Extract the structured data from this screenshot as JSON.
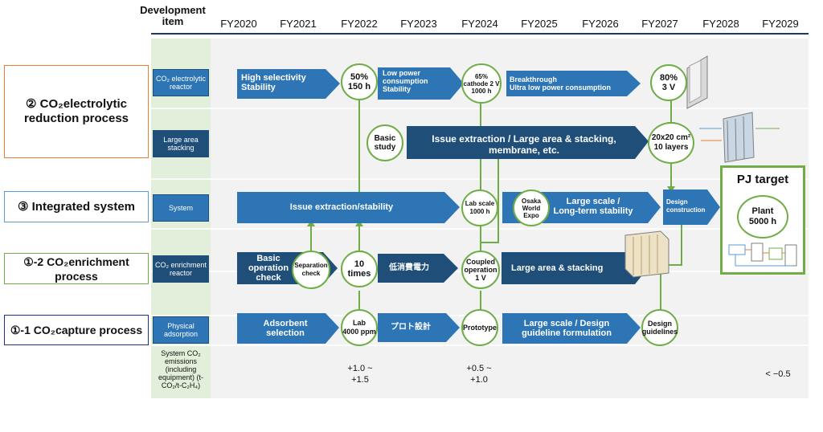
{
  "header": {
    "item_label": "Development item",
    "years": [
      "FY2020",
      "FY2021",
      "FY2022",
      "FY2023",
      "FY2024",
      "FY2025",
      "FY2026",
      "FY2027",
      "FY2028",
      "FY2029"
    ]
  },
  "processes": {
    "electrolytic": "② CO₂electrolytic reduction process",
    "integrated": "③ Integrated system",
    "enrichment": "①-2 CO₂enrichment process",
    "capture": "①-1 CO₂capture process"
  },
  "rows": {
    "r1": "CO₂ electrolytic reactor",
    "r2": "Large area stacking",
    "r3": "System",
    "r4": "CO₂ enrichment reactor",
    "r5": "Physical adsorption",
    "r6": "System CO₂ emissions (including equipment) (t-CO₂/t-C₂H₄)"
  },
  "arrows": {
    "a1": "High selectivity\nStability",
    "a2": "Low power\nconsumption\nStability",
    "a3": "Breakthrough\nUltra low power consumption",
    "a4": "Issue extraction / Large area & stacking,\nmembrane, etc.",
    "a5": "Issue extraction/stability",
    "a6": "Large scale /\nLong-term stability",
    "a7": "Design\nconstruction",
    "a8": "Basic\noperation\ncheck",
    "a9": "低消費電力",
    "a10": "Large area & stacking",
    "a11": "Adsorbent\nselection",
    "a12": "プロト設計",
    "a13": "Large scale / Design\nguideline formulation"
  },
  "circles": {
    "c1": "50%\n150 h",
    "c2": "65%\ncathode 2 V\n1000 h",
    "c3": "80%\n3 V",
    "c4": "Basic\nstudy",
    "c5": "20x20 cm²\n10 layers",
    "c6": "Lab scale\n1000 h",
    "c7": "Osaka\nWorld\nExpo",
    "c8": "Separation\ncheck",
    "c9": "10\ntimes",
    "c10": "Coupled\noperation\n1 V",
    "c11": "Lab\n4000 ppm",
    "c12": "Prototype",
    "c13": "Design\nguidelines"
  },
  "target": {
    "title": "PJ target",
    "plant": "Plant\n5000 h"
  },
  "emissions": {
    "fy2022": "+1.0 ~\n+1.5",
    "fy2024": "+0.5 ~\n+1.0",
    "fy2029": "< −0.5"
  },
  "colors": {
    "arrow_blue": "#2e75b6",
    "arrow_navy": "#1f4e79",
    "green": "#70ad47",
    "orange": "#ed7d31",
    "light_blue": "#5b9bd5"
  }
}
